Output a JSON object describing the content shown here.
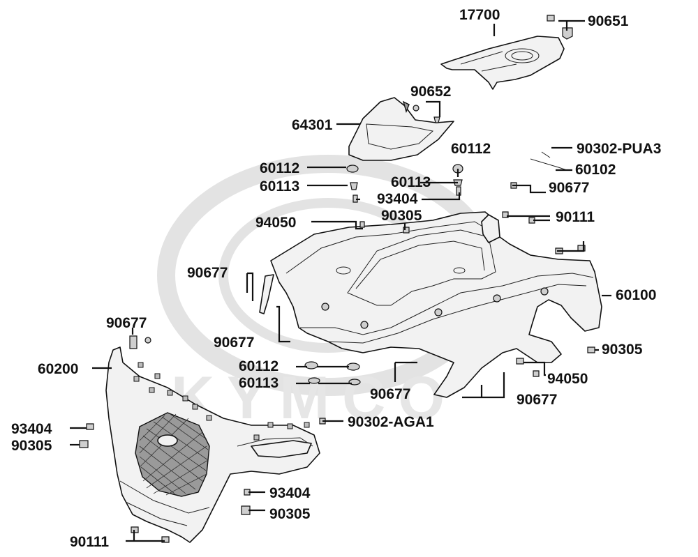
{
  "watermark": {
    "brand": "KYMCO"
  },
  "labels": [
    {
      "id": "l17700",
      "text": "17700"
    },
    {
      "id": "l90651",
      "text": "90651"
    },
    {
      "id": "l90652",
      "text": "90652"
    },
    {
      "id": "l64301",
      "text": "64301"
    },
    {
      "id": "l60112a",
      "text": "60112"
    },
    {
      "id": "l60112b",
      "text": "60112"
    },
    {
      "id": "l90302pua3",
      "text": "90302-PUA3"
    },
    {
      "id": "l60102",
      "text": "60102"
    },
    {
      "id": "l60113a",
      "text": "60113"
    },
    {
      "id": "l60113b",
      "text": "60113"
    },
    {
      "id": "l93404a",
      "text": "93404"
    },
    {
      "id": "l90677a",
      "text": "90677"
    },
    {
      "id": "l90305a",
      "text": "90305"
    },
    {
      "id": "l94050a",
      "text": "94050"
    },
    {
      "id": "l90111a",
      "text": "90111"
    },
    {
      "id": "l90677b",
      "text": "90677"
    },
    {
      "id": "l60100",
      "text": "60100"
    },
    {
      "id": "l90677c",
      "text": "90677"
    },
    {
      "id": "l90677d",
      "text": "90677"
    },
    {
      "id": "l90305b",
      "text": "90305"
    },
    {
      "id": "l60200",
      "text": "60200"
    },
    {
      "id": "l60112c",
      "text": "60112"
    },
    {
      "id": "l94050b",
      "text": "94050"
    },
    {
      "id": "l60113c",
      "text": "60113"
    },
    {
      "id": "l90677e",
      "text": "90677"
    },
    {
      "id": "l90677f",
      "text": "90677"
    },
    {
      "id": "l93404b",
      "text": "93404"
    },
    {
      "id": "l90302aga1",
      "text": "90302-AGA1"
    },
    {
      "id": "l90305c",
      "text": "90305"
    },
    {
      "id": "l93404c",
      "text": "93404"
    },
    {
      "id": "l90305d",
      "text": "90305"
    },
    {
      "id": "l90111b",
      "text": "90111"
    }
  ]
}
